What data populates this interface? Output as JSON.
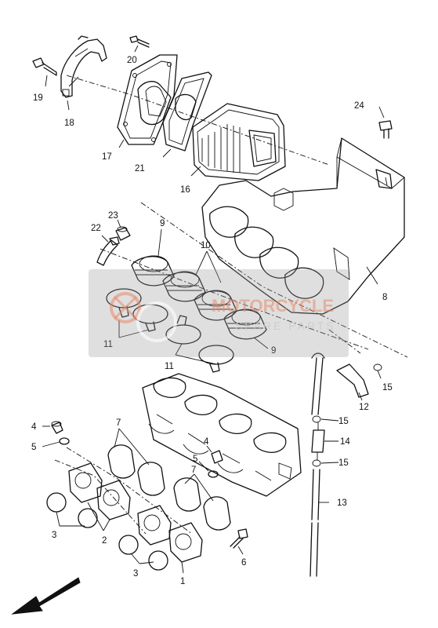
{
  "diagram": {
    "type": "exploded parts diagram",
    "part_numbers": [
      "1",
      "2",
      "3",
      "4",
      "5",
      "6",
      "7",
      "8",
      "9",
      "10",
      "11",
      "12",
      "13",
      "14",
      "15",
      "16",
      "17",
      "18",
      "19",
      "20",
      "21",
      "22",
      "23",
      "24"
    ],
    "callouts": [
      {
        "id": "c19",
        "label": "19"
      },
      {
        "id": "c18",
        "label": "18"
      },
      {
        "id": "c20",
        "label": "20"
      },
      {
        "id": "c17",
        "label": "17"
      },
      {
        "id": "c21",
        "label": "21"
      },
      {
        "id": "c16",
        "label": "16"
      },
      {
        "id": "c24",
        "label": "24"
      },
      {
        "id": "c23",
        "label": "23"
      },
      {
        "id": "c22",
        "label": "22"
      },
      {
        "id": "c9a",
        "label": "9"
      },
      {
        "id": "c10",
        "label": "10"
      },
      {
        "id": "c8",
        "label": "8"
      },
      {
        "id": "c11a",
        "label": "11"
      },
      {
        "id": "c11b",
        "label": "11"
      },
      {
        "id": "c9b",
        "label": "9"
      },
      {
        "id": "c15a",
        "label": "15"
      },
      {
        "id": "c12",
        "label": "12"
      },
      {
        "id": "c15b",
        "label": "15"
      },
      {
        "id": "c14",
        "label": "14"
      },
      {
        "id": "c15c",
        "label": "15"
      },
      {
        "id": "c4a",
        "label": "4"
      },
      {
        "id": "c5a",
        "label": "5"
      },
      {
        "id": "c7a",
        "label": "7"
      },
      {
        "id": "c4b",
        "label": "4"
      },
      {
        "id": "c5b",
        "label": "5"
      },
      {
        "id": "c7b",
        "label": "7"
      },
      {
        "id": "c13",
        "label": "13"
      },
      {
        "id": "c3a",
        "label": "3"
      },
      {
        "id": "c2",
        "label": "2"
      },
      {
        "id": "c6",
        "label": "6"
      },
      {
        "id": "c3b",
        "label": "3"
      },
      {
        "id": "c1",
        "label": "1"
      }
    ],
    "watermark": {
      "title": "MOTORCYCLE",
      "subtitle": "SPARE PARTS"
    },
    "front_arrow": "front-direction-arrow-icon"
  }
}
